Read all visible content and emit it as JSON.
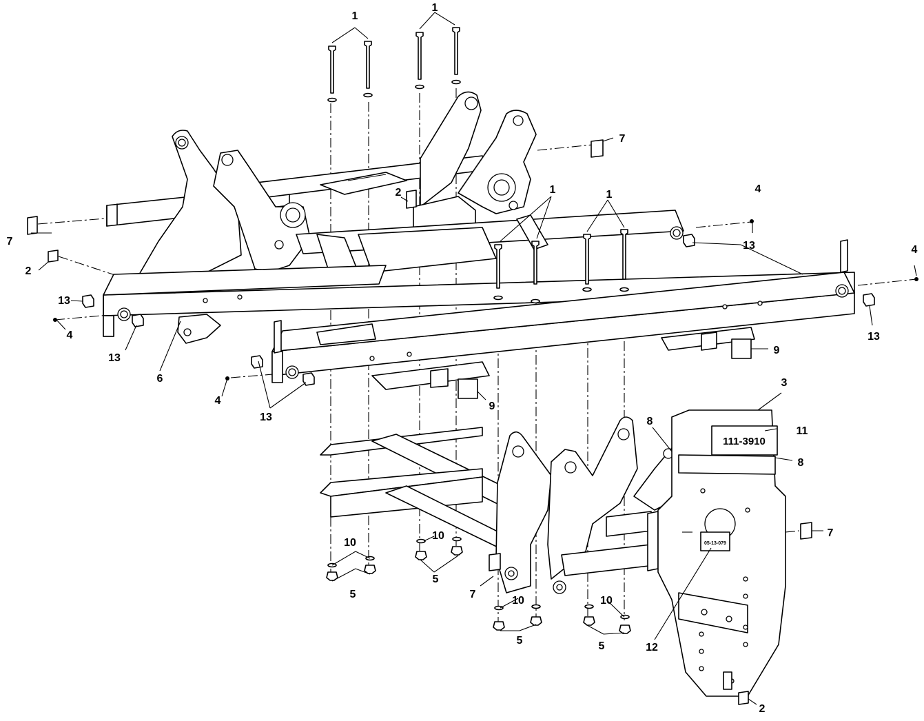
{
  "diagram": {
    "callouts": [
      {
        "label": "1"
      },
      {
        "label": "1"
      },
      {
        "label": "1"
      },
      {
        "label": "1"
      },
      {
        "label": "2"
      },
      {
        "label": "2"
      },
      {
        "label": "2"
      },
      {
        "label": "3"
      },
      {
        "label": "4"
      },
      {
        "label": "4"
      },
      {
        "label": "4"
      },
      {
        "label": "4"
      },
      {
        "label": "5"
      },
      {
        "label": "5"
      },
      {
        "label": "5"
      },
      {
        "label": "5"
      },
      {
        "label": "6"
      },
      {
        "label": "7"
      },
      {
        "label": "7"
      },
      {
        "label": "7"
      },
      {
        "label": "7"
      },
      {
        "label": "8"
      },
      {
        "label": "8"
      },
      {
        "label": "9"
      },
      {
        "label": "9"
      },
      {
        "label": "10"
      },
      {
        "label": "10"
      },
      {
        "label": "10"
      },
      {
        "label": "10"
      },
      {
        "label": "11"
      },
      {
        "label": "12"
      },
      {
        "label": "13"
      },
      {
        "label": "13"
      },
      {
        "label": "13"
      },
      {
        "label": "13"
      },
      {
        "label": "13"
      }
    ],
    "decals": {
      "part_number": "111-3910",
      "small_decal": "05-13-079"
    }
  }
}
